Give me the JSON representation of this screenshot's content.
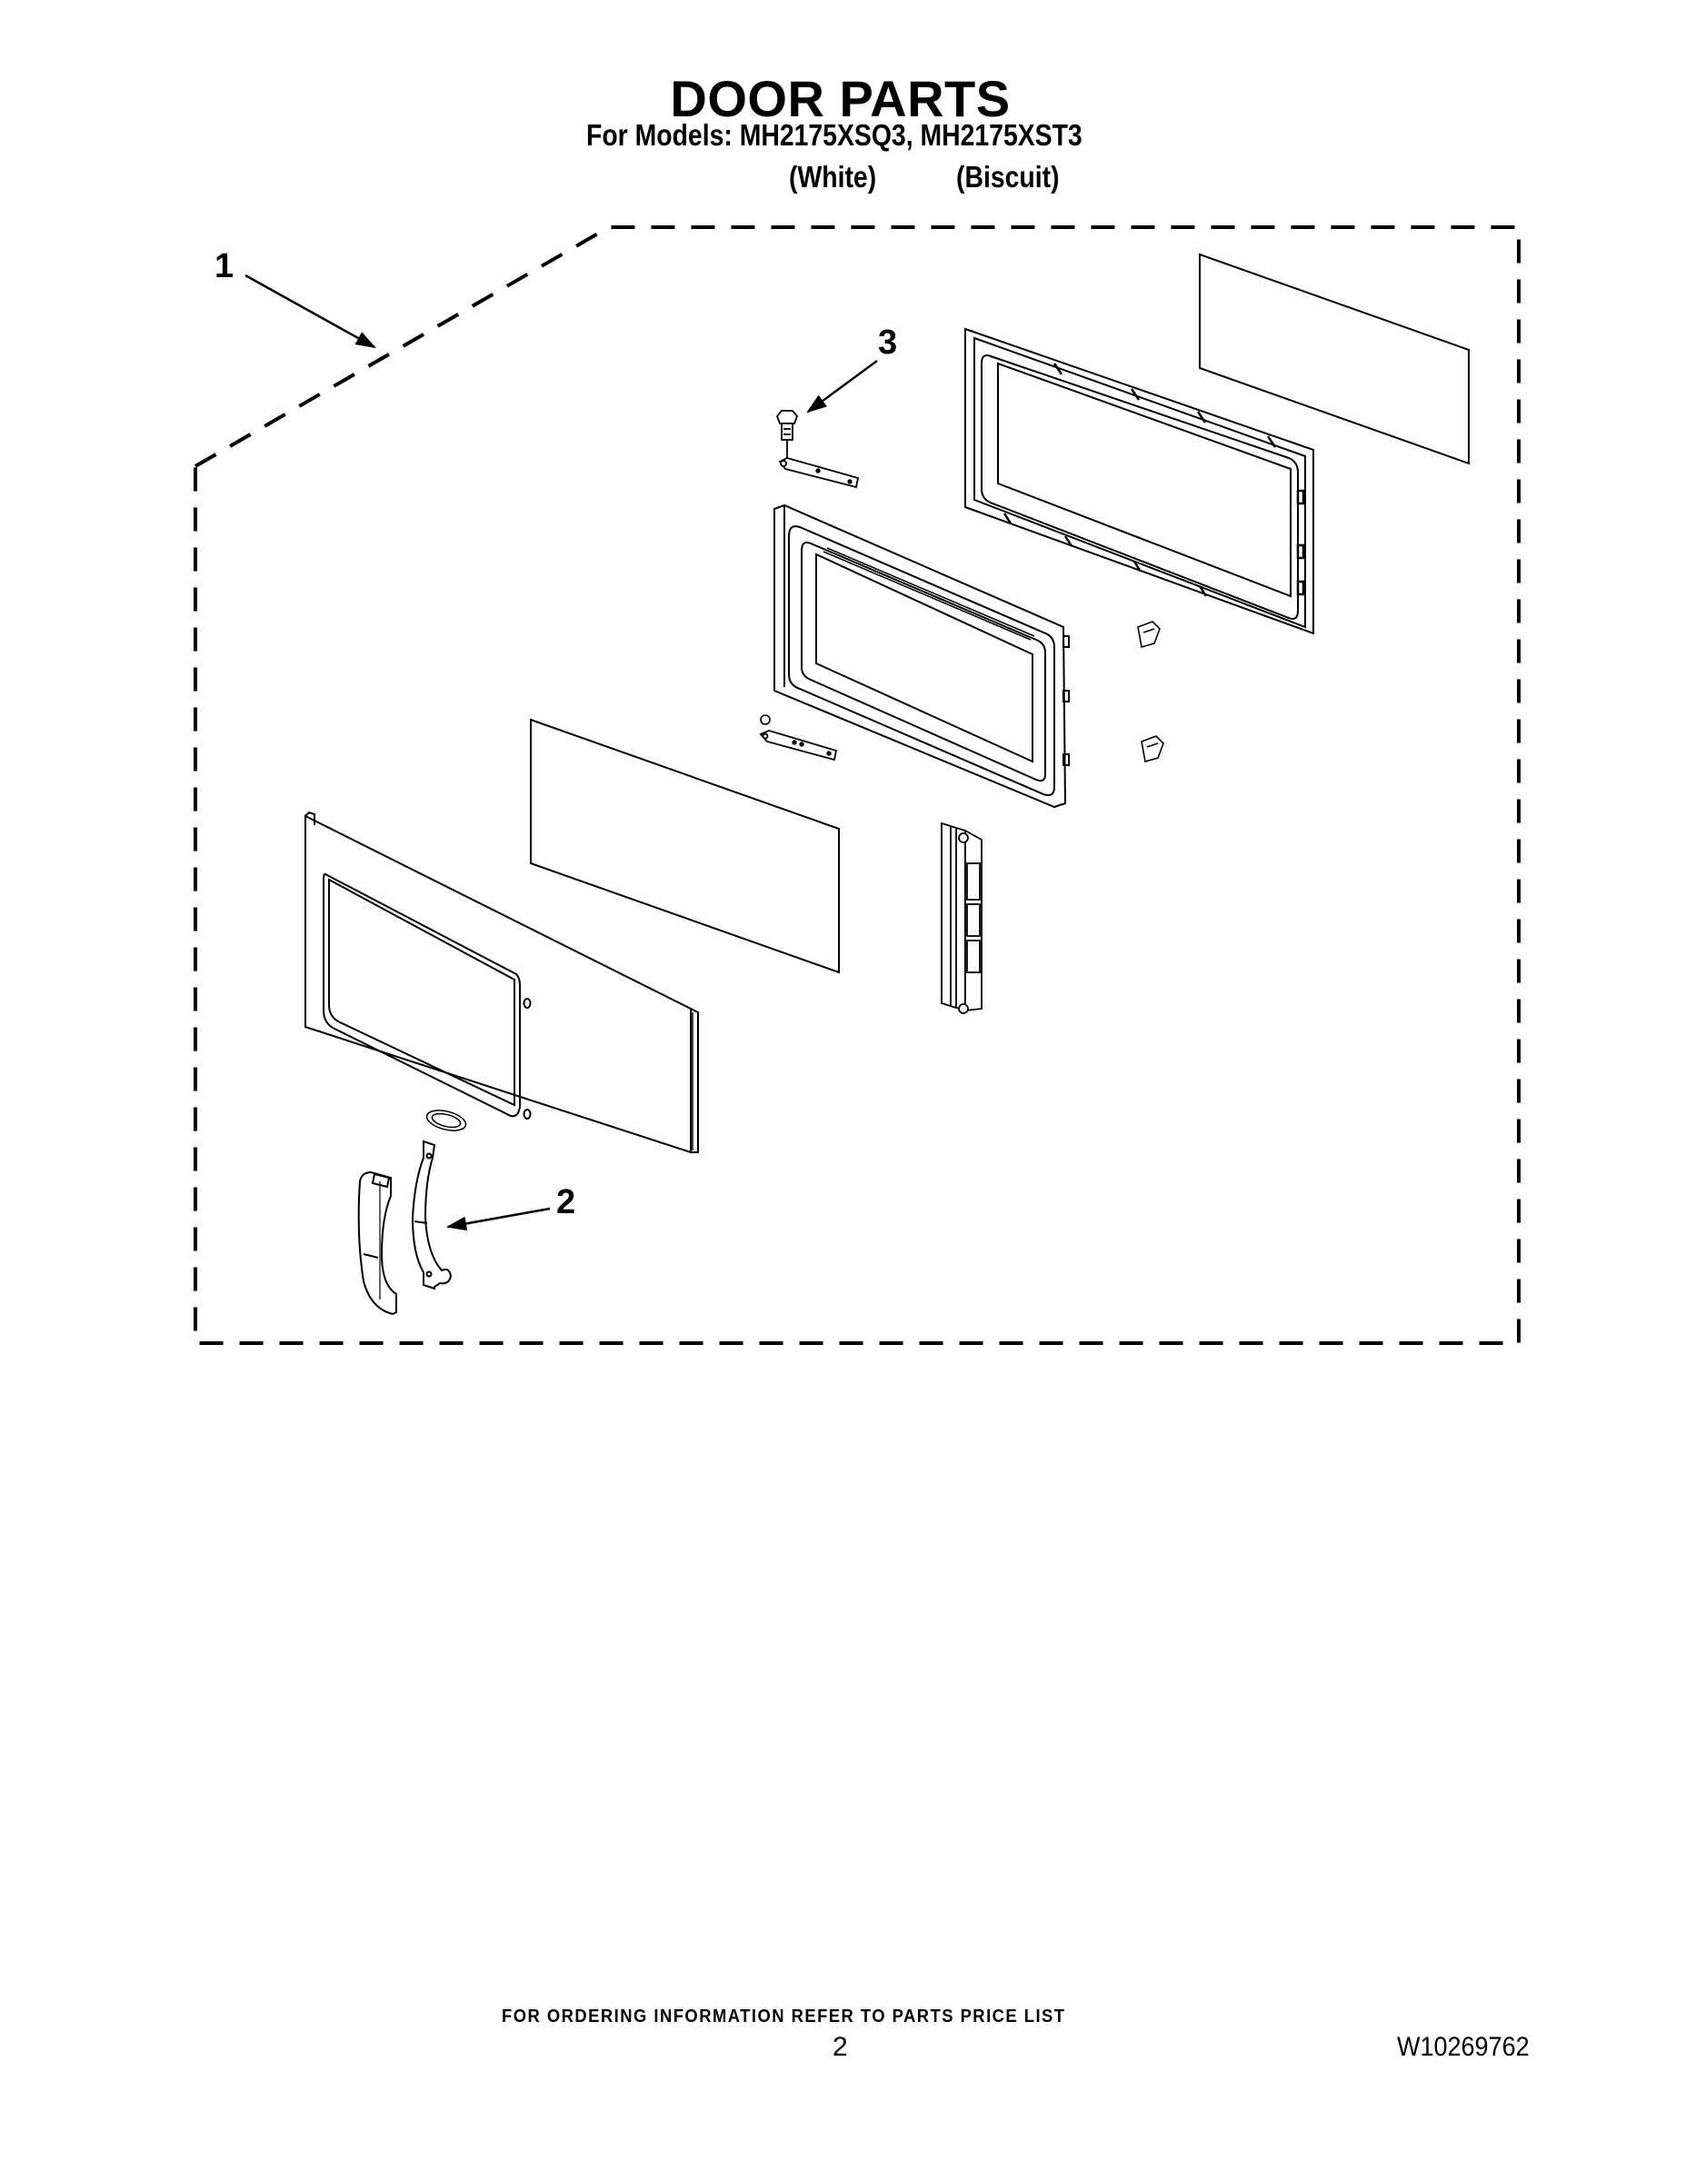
{
  "header": {
    "title": "DOOR PARTS",
    "models_line": "For Models: MH2175XSQ3, MH2175XST3",
    "variants": [
      {
        "model": "MH2175XSQ3",
        "color": "(White)"
      },
      {
        "model": "MH2175XST3",
        "color": "(Biscuit)"
      }
    ]
  },
  "diagram": {
    "callouts": [
      {
        "number": "1",
        "target": "door-assembly"
      },
      {
        "number": "2",
        "target": "door-handle"
      },
      {
        "number": "3",
        "target": "hinge-screw"
      }
    ],
    "parts": [
      "outer-door-panel",
      "door-window-glass",
      "inner-door-frame",
      "choke-frame",
      "rear-glass-panel",
      "door-handle",
      "handle-backing-bracket",
      "logo-badge",
      "latch-block",
      "upper-hinge",
      "lower-hinge",
      "upper-latch-hook",
      "lower-latch-hook"
    ]
  },
  "footer": {
    "note": "FOR ORDERING INFORMATION REFER TO PARTS PRICE LIST",
    "page_number": "2",
    "document_id": "W10269762"
  }
}
